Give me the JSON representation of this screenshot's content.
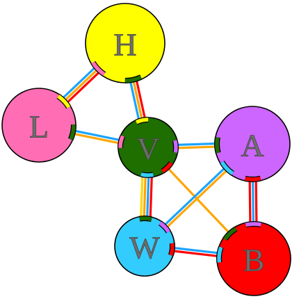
{
  "diagram": {
    "nodes": [
      {
        "id": "H",
        "label": "H",
        "color": "#ffff00"
      },
      {
        "id": "L",
        "label": "L",
        "color": "#ff6eb4"
      },
      {
        "id": "V",
        "label": "V",
        "color": "#1f6e00"
      },
      {
        "id": "A",
        "label": "A",
        "color": "#cc66ff"
      },
      {
        "id": "W",
        "label": "W",
        "color": "#33ccff"
      },
      {
        "id": "B",
        "label": "B",
        "color": "#ff0000"
      }
    ],
    "edges": [
      {
        "from": "H",
        "to": "L",
        "colors": [
          "#ff0000",
          "#ffa500",
          "#1aa3ff"
        ]
      },
      {
        "from": "H",
        "to": "V",
        "colors": [
          "#ff0000",
          "#ffa500",
          "#1aa3ff"
        ]
      },
      {
        "from": "L",
        "to": "V",
        "colors": [
          "#1aa3ff",
          "#ffa500"
        ]
      },
      {
        "from": "V",
        "to": "A",
        "colors": [
          "#1aa3ff",
          "#ffa500"
        ]
      },
      {
        "from": "V",
        "to": "W",
        "colors": [
          "#ff0000",
          "#1aa3ff",
          "#ffa500",
          "#ffd700"
        ]
      },
      {
        "from": "V",
        "to": "B",
        "colors": [
          "#ffa500"
        ]
      },
      {
        "from": "A",
        "to": "W",
        "colors": [
          "#ffa500",
          "#1aa3ff"
        ]
      },
      {
        "from": "A",
        "to": "B",
        "colors": [
          "#ff0000",
          "#1aa3ff",
          "#ff0000"
        ]
      },
      {
        "from": "W",
        "to": "B",
        "colors": [
          "#1aa3ff",
          "#ff0000"
        ]
      }
    ]
  }
}
